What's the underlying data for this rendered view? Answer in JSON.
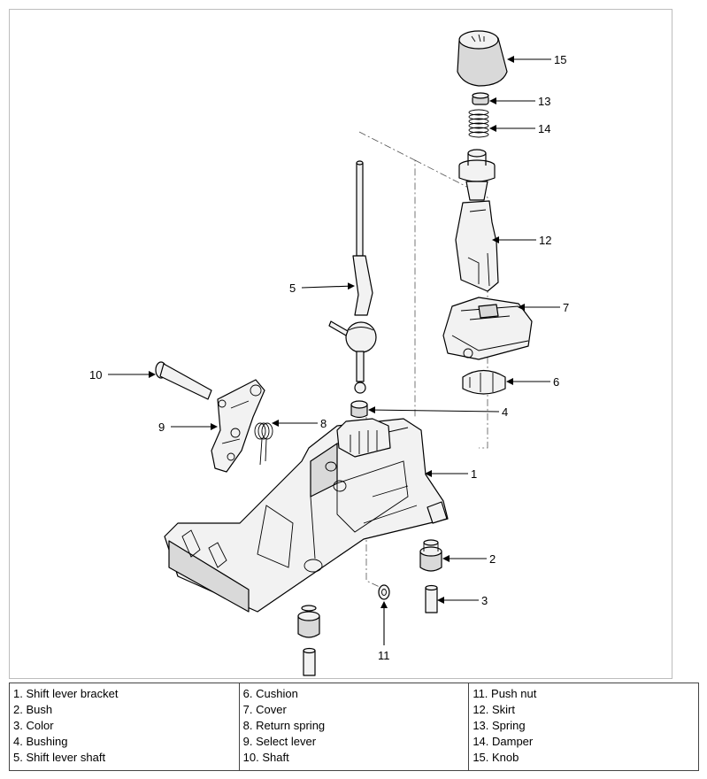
{
  "callouts": [
    {
      "num": "1",
      "name": "Shift lever bracket"
    },
    {
      "num": "2",
      "name": "Bush"
    },
    {
      "num": "3",
      "name": "Color"
    },
    {
      "num": "4",
      "name": "Bushing"
    },
    {
      "num": "5",
      "name": "Shift lever shaft"
    },
    {
      "num": "6",
      "name": "Cushion"
    },
    {
      "num": "7",
      "name": "Cover"
    },
    {
      "num": "8",
      "name": "Return spring"
    },
    {
      "num": "9",
      "name": "Select lever"
    },
    {
      "num": "10",
      "name": "Shaft"
    },
    {
      "num": "11",
      "name": "Push nut"
    },
    {
      "num": "12",
      "name": "Skirt"
    },
    {
      "num": "13",
      "name": "Spring"
    },
    {
      "num": "14",
      "name": "Damper"
    },
    {
      "num": "15",
      "name": "Knob"
    }
  ],
  "legend": {
    "col1": [
      "1. Shift lever bracket",
      "2. Bush",
      "3. Color",
      "4. Bushing",
      "5. Shift lever shaft"
    ],
    "col2": [
      "6. Cushion",
      "7. Cover",
      "8. Return spring",
      "9. Select lever",
      "10. Shaft"
    ],
    "col3": [
      "11. Push nut",
      "12. Skirt",
      "13. Spring",
      "14. Damper",
      "15. Knob"
    ]
  }
}
